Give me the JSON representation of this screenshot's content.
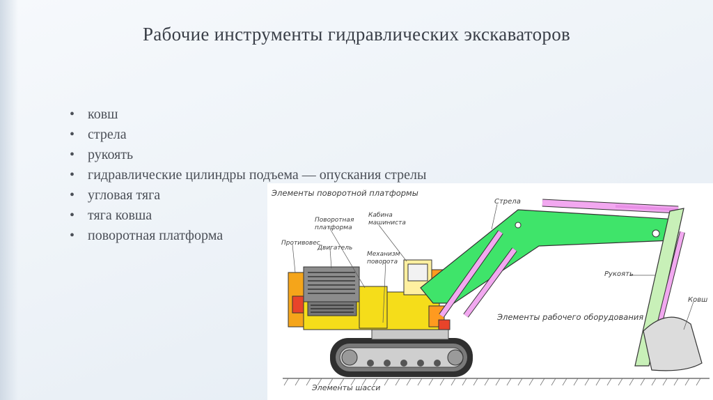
{
  "slide": {
    "title": "Рабочие инструменты гидравлических экскаваторов",
    "bullets": [
      "ковш",
      "стрела",
      "рукоять",
      "гидравлические цилиндры подъема — опускания стрелы",
      "угловая тяга",
      "тяга ковша",
      "поворотная платформа"
    ]
  },
  "diagram": {
    "labels": {
      "platform_elements": "Элементы поворотной платформы",
      "boom": "Стрела",
      "rotary_platform_line1": "Поворотная",
      "rotary_platform_line2": "платформа",
      "cab_line1": "Кабина",
      "cab_line2": "машиниста",
      "counterweight": "Противовес",
      "engine": "Двигатель",
      "swing_line1": "Механизм",
      "swing_line2": "поворота",
      "stick": "Рукоять",
      "bucket": "Ковш",
      "work_equipment": "Элементы рабочего оборудования",
      "chassis": "Элементы шасси"
    },
    "colors": {
      "boom": "#3fe46a",
      "stick": "#c8f0b8",
      "cylinders": "#f2a8f0",
      "body": "#f5dd1a",
      "cab_front": "#fff0a0",
      "bucket": "#dcdcdc",
      "orange": "#ff9a1f"
    }
  }
}
